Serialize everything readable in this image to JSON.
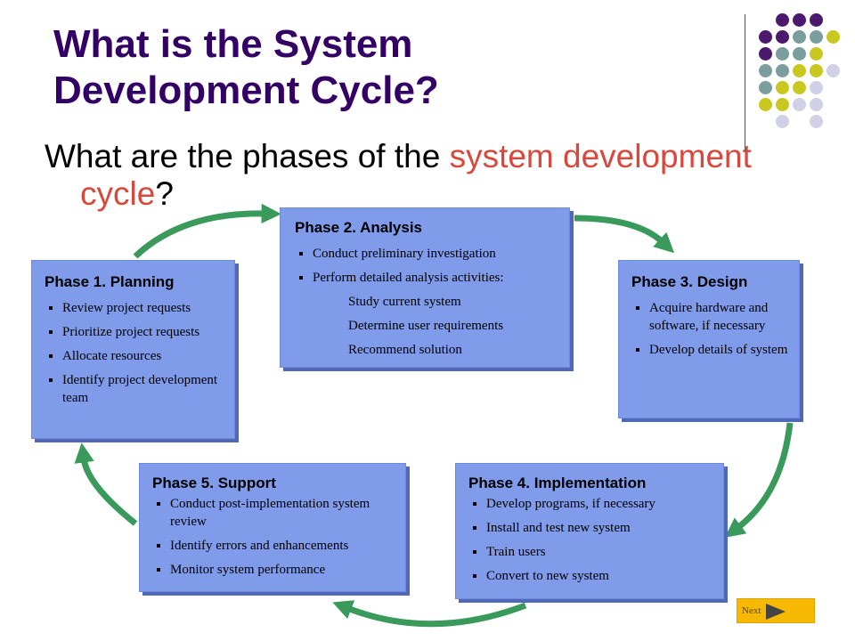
{
  "title": {
    "line1": "What is the System",
    "line2": "Development Cycle?"
  },
  "subtitle": {
    "part1": "What are the phases of the ",
    "highlight1": "system development",
    "highlight2": "cycle",
    "end": "?"
  },
  "phases": {
    "p1": {
      "title": "Phase 1. Planning",
      "items": [
        "Review project requests",
        "Prioritize project requests",
        "Allocate resources",
        "Identify project development team"
      ]
    },
    "p2": {
      "title": "Phase 2. Analysis",
      "items": [
        "Conduct preliminary investigation",
        "Perform detailed analysis activities:"
      ],
      "subitems": [
        "Study current system",
        "Determine user requirements",
        "Recommend solution"
      ]
    },
    "p3": {
      "title": "Phase 3. Design",
      "items": [
        "Acquire hardware and software, if necessary",
        "Develop details of system"
      ]
    },
    "p4": {
      "title": "Phase 4. Implementation",
      "items": [
        "Develop programs, if necessary",
        "Install and test new system",
        "Train users",
        "Convert to new system"
      ]
    },
    "p5": {
      "title": "Phase 5. Support",
      "items": [
        "Conduct post-implementation system review",
        "Identify errors and enhancements",
        "Monitor system performance"
      ]
    }
  },
  "next_button": {
    "label": "Next"
  },
  "colors": {
    "title": "#330066",
    "highlight": "#d9483b",
    "box_fill": "#7f9bea",
    "arrow": "#3a9a5c",
    "dot_purple": "#4b1a6e",
    "dot_teal": "#7a9e9e",
    "dot_olive": "#c8c820",
    "dot_lavender": "#d0d0e6",
    "next_fill": "#f6b800"
  }
}
